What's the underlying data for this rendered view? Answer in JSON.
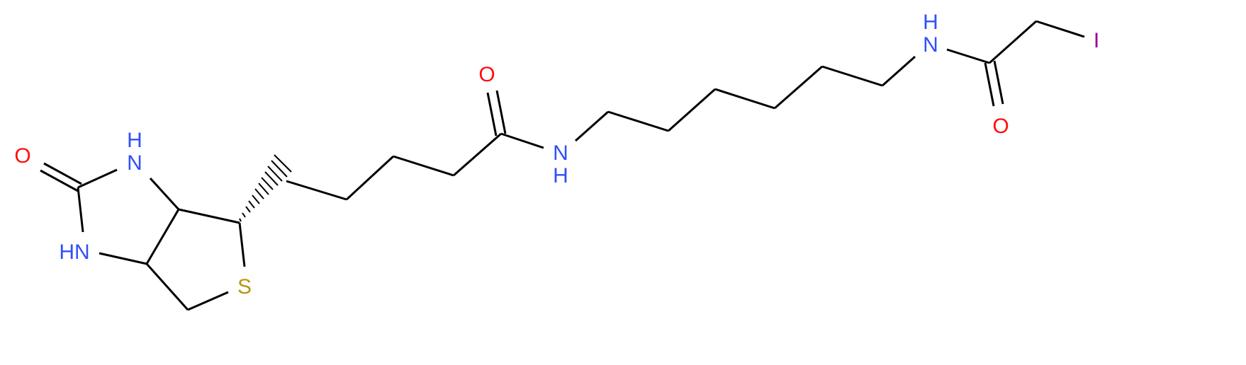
{
  "colors": {
    "bond": "#000000",
    "N": "#3050F8",
    "O": "#FF0D0D",
    "S": "#B8960F",
    "I": "#940094"
  },
  "labels": {
    "o_urea": "O",
    "n_urea_top": "N",
    "h_urea_top": "H",
    "hn_urea_bottom": "HN",
    "s_ring": "S",
    "o_amide1": "O",
    "n_amide1": "N",
    "h_amide1": "H",
    "h_amide2": "H",
    "n_amide2": "N",
    "o_amide2": "O",
    "iodine": "I"
  }
}
